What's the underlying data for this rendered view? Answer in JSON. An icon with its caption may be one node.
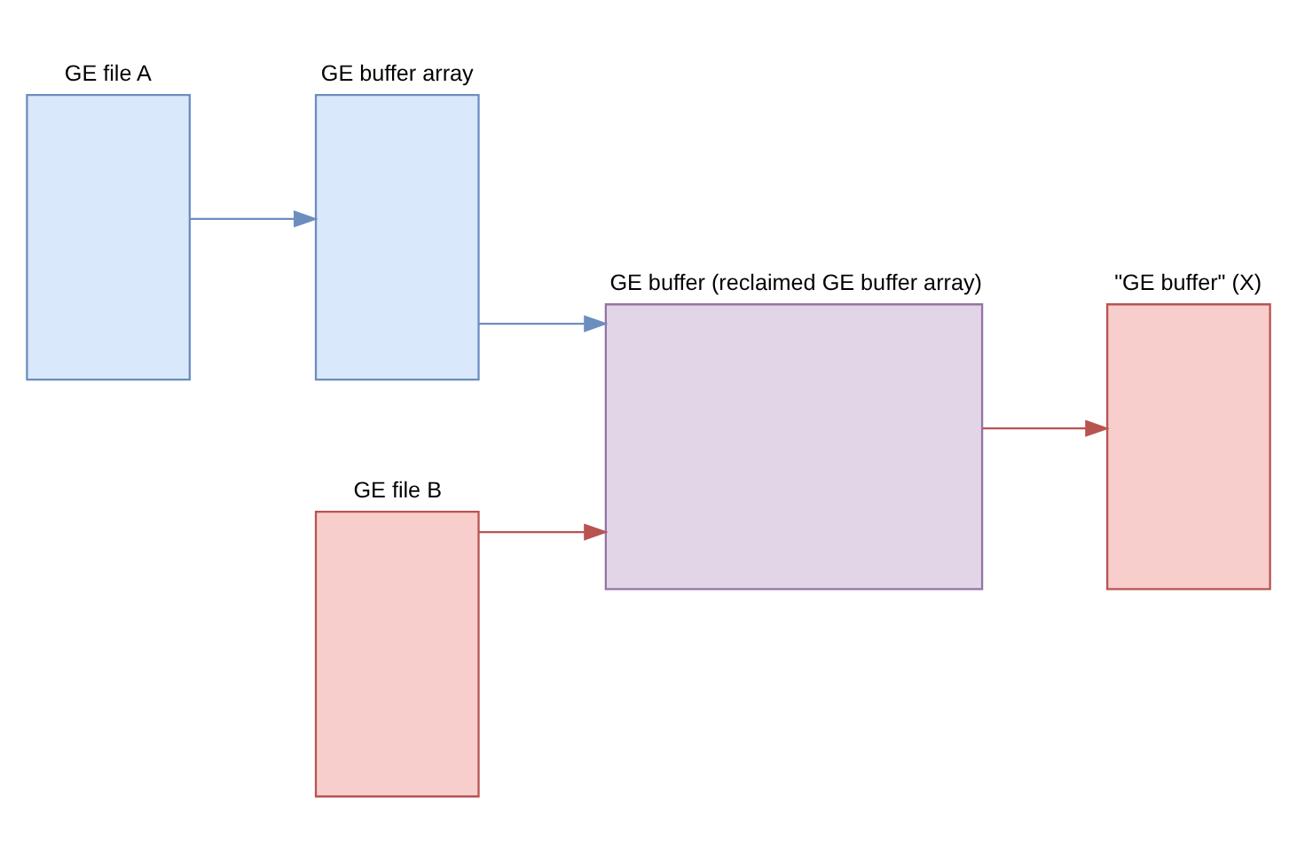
{
  "diagram": {
    "nodes": [
      {
        "text": [
          "GE file A"
        ]
      },
      {
        "text": [
          "GE buffer array"
        ]
      },
      {
        "text": [
          "GE buffer (reclaimed GE buffer array)"
        ]
      },
      {
        "text": [
          "\"GE buffer\" (X)"
        ]
      },
      {
        "text": [
          "GE file B"
        ]
      }
    ],
    "edges": [
      {
        "from": 0,
        "to": 1,
        "arrow": "to",
        "color": "#6c8ebf"
      },
      {
        "from": 1,
        "to": 2,
        "arrow": "to",
        "color": "#6c8ebf"
      },
      {
        "from": 2,
        "to": 3,
        "arrow": "to",
        "color": "#b85450"
      },
      {
        "from": 4,
        "to": 2,
        "arrow": "to",
        "color": "#b85450"
      }
    ]
  }
}
